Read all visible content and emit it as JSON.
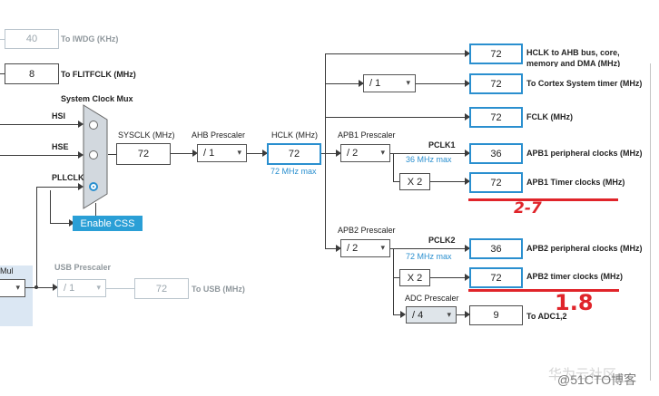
{
  "iwdg": {
    "value": "40",
    "label": "To IWDG (KHz)"
  },
  "flitf": {
    "value": "8",
    "label": "To FLITFCLK (MHz)"
  },
  "mux": {
    "title": "System Clock Mux",
    "hsi": "HSI",
    "hse": "HSE",
    "pll": "PLLCLK",
    "selected": "PLLCLK"
  },
  "enable_css": "Enable CSS",
  "sysclk": {
    "label": "SYSCLK (MHz)",
    "value": "72"
  },
  "ahb": {
    "label": "AHB Prescaler",
    "value": "/ 1"
  },
  "hclk": {
    "label": "HCLK (MHz)",
    "value": "72",
    "max": "72 MHz max"
  },
  "apb1": {
    "label": "APB1 Prescaler",
    "value": "/ 2",
    "pclk": "PCLK1",
    "max": "36 MHz max",
    "mult": "X 2"
  },
  "apb2": {
    "label": "APB2 Prescaler",
    "value": "/ 2",
    "pclk": "PCLK2",
    "max": "72 MHz max",
    "mult": "X 2"
  },
  "cortex_div": "/ 1",
  "outputs": {
    "ahb_bus": {
      "value": "72",
      "label": "HCLK to AHB bus, core, memory and DMA (MHz)"
    },
    "cortex": {
      "value": "72",
      "label": "To Cortex System timer (MHz)"
    },
    "fclk": {
      "value": "72",
      "label": "FCLK (MHz)"
    },
    "apb1_periph": {
      "value": "36",
      "label": "APB1 peripheral clocks (MHz)"
    },
    "apb1_timer": {
      "value": "72",
      "label": "APB1 Timer clocks (MHz)"
    },
    "apb2_periph": {
      "value": "36",
      "label": "APB2 peripheral clocks (MHz)"
    },
    "apb2_timer": {
      "value": "72",
      "label": "APB2 timer clocks (MHz)"
    },
    "adc": {
      "value": "9",
      "label": "To ADC1,2"
    }
  },
  "adc_prescaler": {
    "label": "ADC Prescaler",
    "value": "/ 4"
  },
  "usb": {
    "label": "USB Prescaler",
    "value": "/ 1",
    "out": "72",
    "out_label": "To USB (MHz)"
  },
  "left_panel": {
    "label": "Mul"
  },
  "annotations": {
    "a1": "2-7",
    "a2": "1.8"
  },
  "watermark": "@51CTO博客",
  "watermark2": "华为云社区",
  "colors": {
    "accent": "#2a8fcf",
    "annotation": "#e0242a"
  }
}
